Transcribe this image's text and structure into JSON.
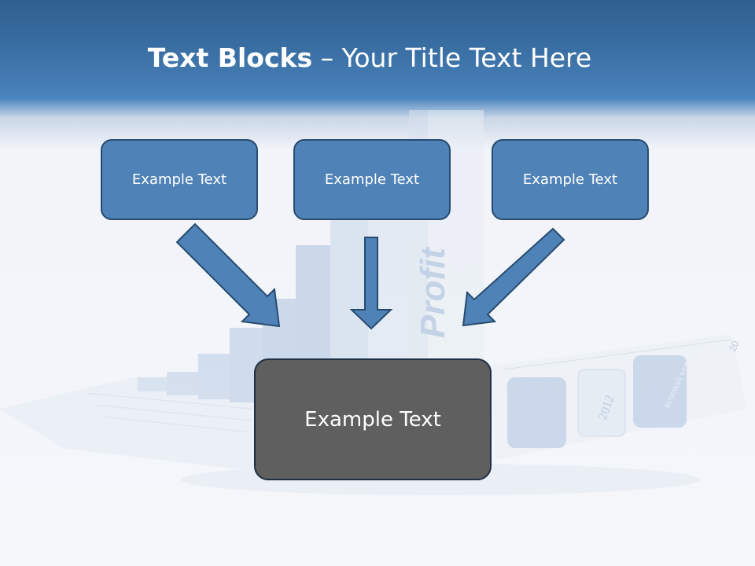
{
  "slide": {
    "title_bold": "Text Blocks",
    "title_dash": " – ",
    "title_rest": "Your Title Text Here"
  },
  "blocks": {
    "left": "Example Text",
    "middle": "Example Text",
    "right": "Example Text",
    "center": "Example Text"
  },
  "background_image": {
    "profit_label": "Profit",
    "year_label": "2012",
    "paper_label": "BUSINESS WORLD",
    "corner_number": "20"
  },
  "colors": {
    "header_blue": "#3b71a6",
    "box_blue": "#4f82b6",
    "box_border": "#274b70",
    "center_box": "#5f5f5f",
    "arrow_fill": "#4f82b6"
  }
}
